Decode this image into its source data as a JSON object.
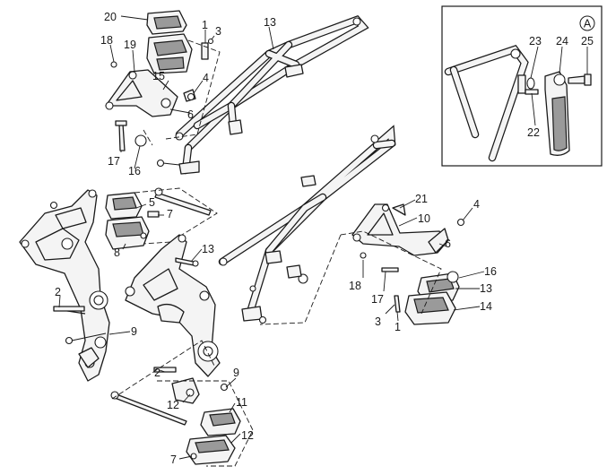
{
  "inset": {
    "marker": "A"
  },
  "callouts": [
    {
      "id": "c-20a",
      "text": "20"
    },
    {
      "id": "c-1a",
      "text": "1"
    },
    {
      "id": "c-3a",
      "text": "3"
    },
    {
      "id": "c-13a",
      "text": "13"
    },
    {
      "id": "c-18a",
      "text": "18"
    },
    {
      "id": "c-19",
      "text": "19"
    },
    {
      "id": "c-15",
      "text": "15"
    },
    {
      "id": "c-4a",
      "text": "4"
    },
    {
      "id": "c-6a",
      "text": "6"
    },
    {
      "id": "c-17a",
      "text": "17"
    },
    {
      "id": "c-16a",
      "text": "16"
    },
    {
      "id": "c-5",
      "text": "5"
    },
    {
      "id": "c-7a",
      "text": "7"
    },
    {
      "id": "c-8",
      "text": "8"
    },
    {
      "id": "c-13b",
      "text": "13"
    },
    {
      "id": "c-2a",
      "text": "2"
    },
    {
      "id": "c-9a",
      "text": "9"
    },
    {
      "id": "c-2b",
      "text": "2"
    },
    {
      "id": "c-12a",
      "text": "12"
    },
    {
      "id": "c-9b",
      "text": "9"
    },
    {
      "id": "c-11",
      "text": "11"
    },
    {
      "id": "c-12b",
      "text": "12"
    },
    {
      "id": "c-7b",
      "text": "7"
    },
    {
      "id": "c-21",
      "text": "21"
    },
    {
      "id": "c-4b",
      "text": "4"
    },
    {
      "id": "c-10",
      "text": "10"
    },
    {
      "id": "c-6b",
      "text": "6"
    },
    {
      "id": "c-16b",
      "text": "16"
    },
    {
      "id": "c-18b",
      "text": "18"
    },
    {
      "id": "c-17b",
      "text": "17"
    },
    {
      "id": "c-13c",
      "text": "13"
    },
    {
      "id": "c-14",
      "text": "14"
    },
    {
      "id": "c-3b",
      "text": "3"
    },
    {
      "id": "c-1b",
      "text": "1"
    },
    {
      "id": "c-23",
      "text": "23"
    },
    {
      "id": "c-24",
      "text": "24"
    },
    {
      "id": "c-25",
      "text": "25"
    },
    {
      "id": "c-22",
      "text": "22"
    }
  ]
}
